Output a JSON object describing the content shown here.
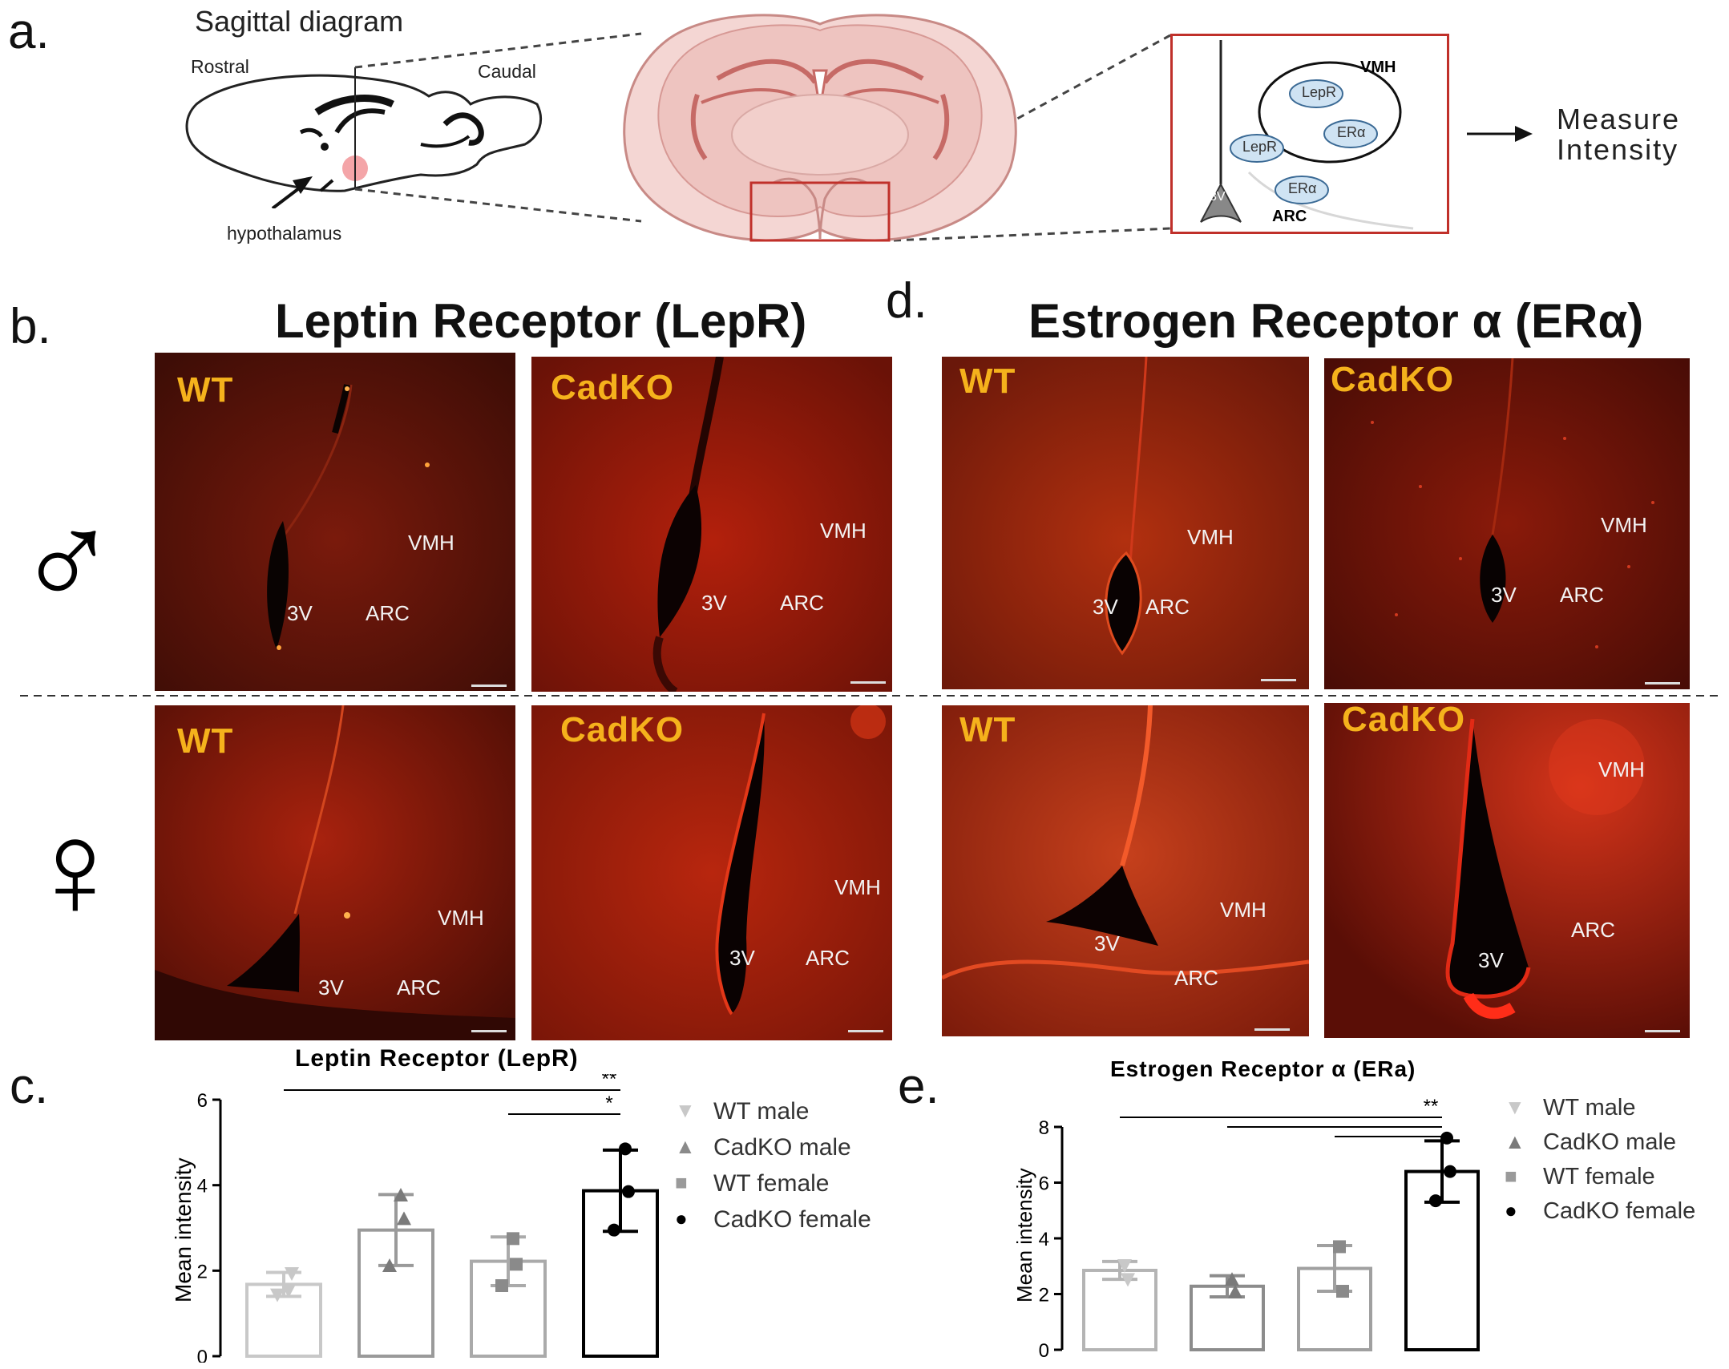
{
  "panel_a": {
    "letter": "a.",
    "sagittal_title": "Sagittal diagram",
    "rostral": "Rostral",
    "caudal": "Caudal",
    "hypothalamus": "hypothalamus",
    "inset_labels": {
      "vmh": "VMH",
      "arc": "ARC",
      "lepr": "LepR",
      "era": "ERα",
      "third_ventricle": "3V"
    },
    "measure_line1": "Measure",
    "measure_line2": "Intensity"
  },
  "panel_b": {
    "letter": "b.",
    "title": "Leptin Receptor (LepR)",
    "male_symbol": "♂",
    "female_symbol": "♀",
    "images": [
      {
        "genotype": "WT",
        "vmh": "VMH",
        "v3": "3V",
        "arc": "ARC"
      },
      {
        "genotype": "CadKO",
        "vmh": "VMH",
        "v3": "3V",
        "arc": "ARC"
      },
      {
        "genotype": "WT",
        "vmh": "VMH",
        "v3": "3V",
        "arc": "ARC"
      },
      {
        "genotype": "CadKO",
        "vmh": "VMH",
        "v3": "3V",
        "arc": "ARC"
      }
    ]
  },
  "panel_d": {
    "letter": "d.",
    "title": "Estrogen Receptor α (ERα)",
    "images": [
      {
        "genotype": "WT",
        "vmh": "VMH",
        "v3": "3V",
        "arc": "ARC"
      },
      {
        "genotype": "CadKO",
        "vmh": "VMH",
        "v3": "3V",
        "arc": "ARC"
      },
      {
        "genotype": "WT",
        "vmh": "VMH",
        "v3": "3V",
        "arc": "ARC"
      },
      {
        "genotype": "CadKO",
        "vmh": "VMH",
        "v3": "3V",
        "arc": "ARC"
      }
    ]
  },
  "panel_c": {
    "letter": "c."
  },
  "panel_e": {
    "letter": "e."
  },
  "chart_data": [
    {
      "type": "bar",
      "title": "Leptin Receptor (LepR)",
      "ylabel": "Mean intensity",
      "ylim": [
        0,
        6
      ],
      "yticks": [
        "0",
        "2",
        "4",
        "6"
      ],
      "categories": [
        "WT male",
        "CadKO male",
        "WT female",
        "CadKO female"
      ],
      "values": [
        1.68,
        2.95,
        2.22,
        3.87
      ],
      "error_sd": [
        0.28,
        0.83,
        0.57,
        0.95
      ],
      "points": [
        [
          1.55,
          1.95,
          1.45
        ],
        [
          3.75,
          3.2,
          2.1
        ],
        [
          2.75,
          2.15,
          1.65
        ],
        [
          4.85,
          3.85,
          2.95
        ]
      ],
      "bar_colors": [
        "#c8c8c8",
        "#9a9a9a",
        "#aaaaaa",
        "#000000"
      ],
      "significance": [
        {
          "label": "**",
          "from": "WT male",
          "to": "CadKO female"
        },
        {
          "label": "*",
          "from": "WT female",
          "to": "CadKO female"
        }
      ],
      "legend": [
        "WT male",
        "CadKO male",
        "WT female",
        "CadKO female"
      ]
    },
    {
      "type": "bar",
      "title": "Estrogen Receptor α (ERa)",
      "ylabel": "Mean intensity",
      "ylim": [
        0,
        8
      ],
      "yticks": [
        "0",
        "2",
        "4",
        "6",
        "8"
      ],
      "categories": [
        "WT male",
        "CadKO male",
        "WT female",
        "CadKO female"
      ],
      "values": [
        2.85,
        2.28,
        2.92,
        6.4
      ],
      "error_sd": [
        0.32,
        0.38,
        0.82,
        1.1
      ],
      "points": [
        [
          3.05,
          2.55
        ],
        [
          2.5,
          2.05
        ],
        [
          3.7,
          2.1
        ],
        [
          7.6,
          6.4,
          5.35
        ]
      ],
      "bar_colors": [
        "#b4b4b4",
        "#8c8c8c",
        "#a0a0a0",
        "#000000"
      ],
      "significance": [
        {
          "label": "**",
          "from": "WT male",
          "to": "CadKO female"
        },
        {
          "label": "",
          "from": "CadKO male",
          "to": "CadKO female"
        },
        {
          "label": "",
          "from": "WT female",
          "to": "CadKO female"
        }
      ],
      "legend": [
        "WT male",
        "CadKO male",
        "WT female",
        "CadKO female"
      ]
    }
  ]
}
